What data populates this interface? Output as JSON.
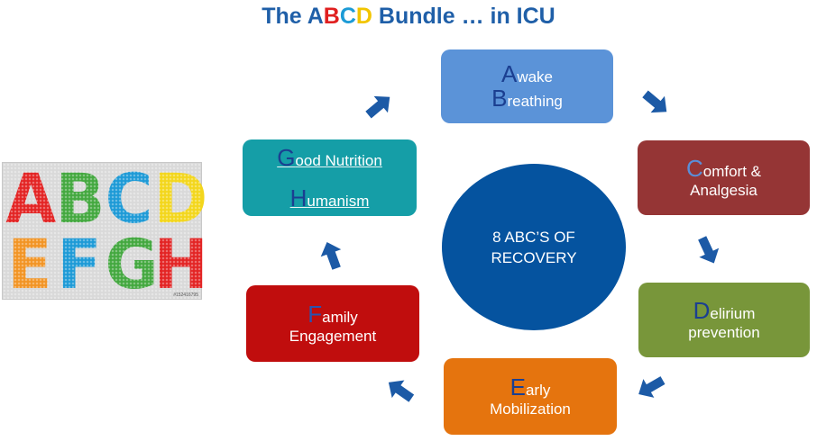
{
  "title": {
    "prefix": "The ",
    "a": "A",
    "b": "B",
    "c": "C",
    "d": "D",
    "suffix": " Bundle … in ICU"
  },
  "lego": {
    "letters": [
      "A",
      "B",
      "C",
      "D",
      "E",
      "F",
      "G",
      "H"
    ],
    "colors": [
      "#e32424",
      "#43a83f",
      "#1d9ad6",
      "#f3d61c",
      "#f29424",
      "#1d9ad6",
      "#43a83f",
      "#e32424"
    ],
    "stamp": "#152416795"
  },
  "center": {
    "line1": "8 ABC’S OF",
    "line2": "RECOVERY"
  },
  "boxes": {
    "ab": {
      "cap1": "A",
      "rest1": "wake",
      "cap2": "B",
      "rest2": "reathing"
    },
    "c": {
      "cap": "C",
      "rest": "omfort &",
      "line2": "Analgesia"
    },
    "d": {
      "cap": "D",
      "rest": "elirium",
      "line2": "prevention"
    },
    "e": {
      "cap": "E",
      "rest": "arly",
      "line2": "Mobilization"
    },
    "f": {
      "cap": "F",
      "rest": "amily",
      "line2": "Engagement"
    },
    "gh": {
      "cap1": "G",
      "rest1": "ood Nutrition",
      "cap2": "H",
      "rest2": "umanism"
    }
  },
  "colors": {
    "arrow": "#1c5aa6",
    "circle": "#05539f"
  }
}
